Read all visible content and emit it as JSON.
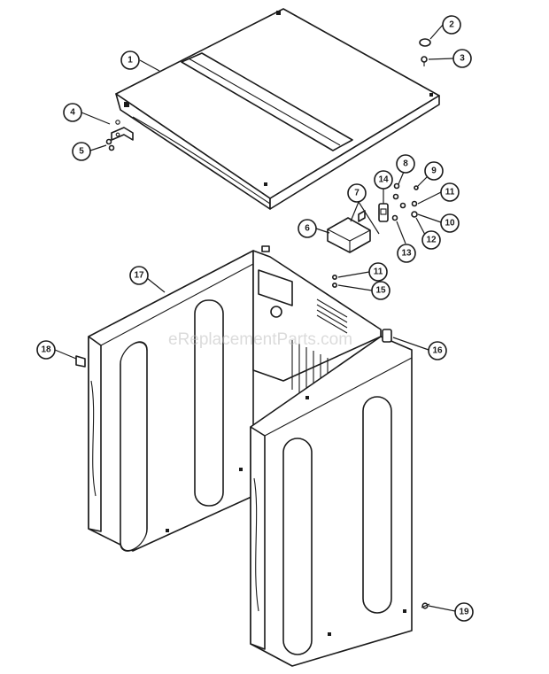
{
  "watermark": "eReplacementParts.com",
  "callouts": [
    {
      "id": "1",
      "label": "1"
    },
    {
      "id": "2",
      "label": "2"
    },
    {
      "id": "3",
      "label": "3"
    },
    {
      "id": "4",
      "label": "4"
    },
    {
      "id": "5",
      "label": "5"
    },
    {
      "id": "6",
      "label": "6"
    },
    {
      "id": "7",
      "label": "7"
    },
    {
      "id": "8",
      "label": "8"
    },
    {
      "id": "9",
      "label": "9"
    },
    {
      "id": "10",
      "label": "10"
    },
    {
      "id": "11",
      "label": "11"
    },
    {
      "id": "11b",
      "label": "11"
    },
    {
      "id": "12",
      "label": "12"
    },
    {
      "id": "13",
      "label": "13"
    },
    {
      "id": "14",
      "label": "14"
    },
    {
      "id": "15",
      "label": "15"
    },
    {
      "id": "16",
      "label": "16"
    },
    {
      "id": "17",
      "label": "17"
    },
    {
      "id": "18",
      "label": "18"
    },
    {
      "id": "19",
      "label": "19"
    }
  ]
}
